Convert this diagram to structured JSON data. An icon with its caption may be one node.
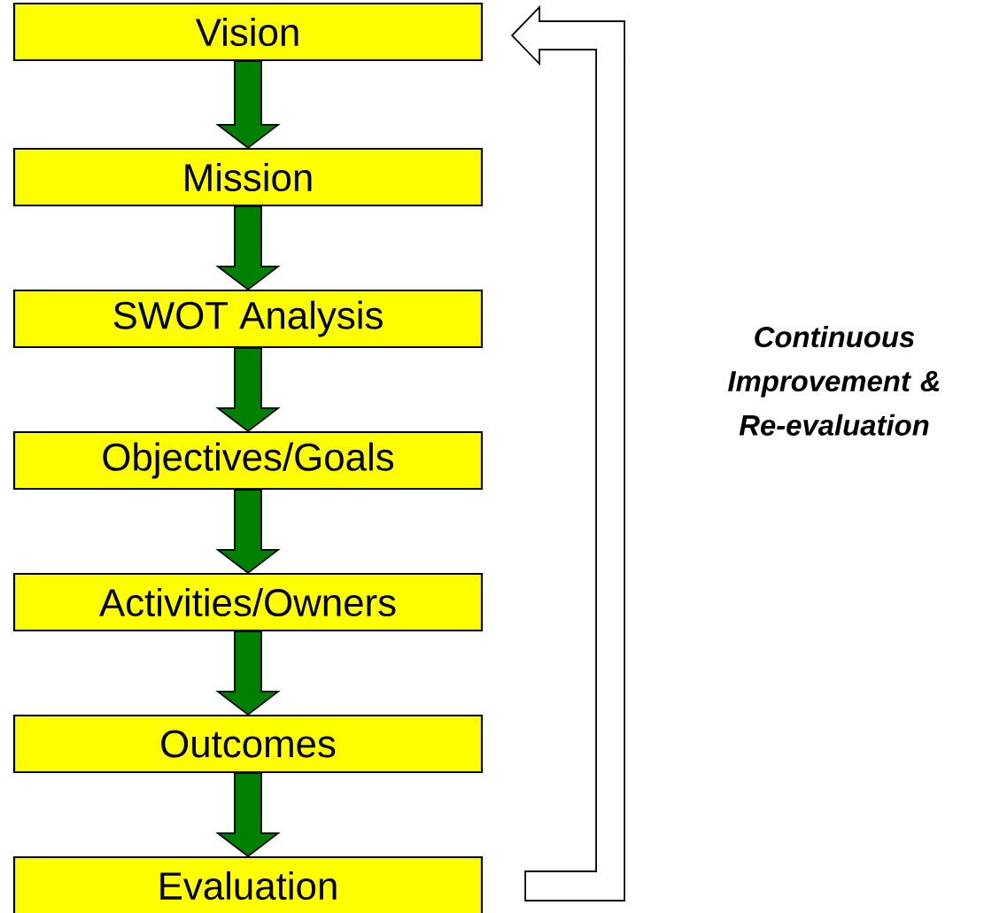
{
  "diagram": {
    "nodes": [
      {
        "text": [
          "Vision"
        ]
      },
      {
        "text": [
          "Mission"
        ]
      },
      {
        "text": [
          "SWOT Analysis"
        ]
      },
      {
        "text": [
          "Objectives/Goals"
        ]
      },
      {
        "text": [
          "Activities/Owners"
        ]
      },
      {
        "text": [
          "Outcomes"
        ]
      },
      {
        "text": [
          "Evaluation"
        ]
      }
    ],
    "edges": [
      {
        "from": 0,
        "to": 1,
        "arrow": "to"
      },
      {
        "from": 1,
        "to": 2,
        "arrow": "to"
      },
      {
        "from": 2,
        "to": 3,
        "arrow": "to"
      },
      {
        "from": 3,
        "to": 4,
        "arrow": "to"
      },
      {
        "from": 4,
        "to": 5,
        "arrow": "to"
      },
      {
        "from": 5,
        "to": 6,
        "arrow": "to"
      },
      {
        "from": 6,
        "to": 0,
        "arrow": "to",
        "color": "#ffffff"
      }
    ],
    "labels": [
      "Continuous Improvement & Re-evaluation"
    ]
  }
}
